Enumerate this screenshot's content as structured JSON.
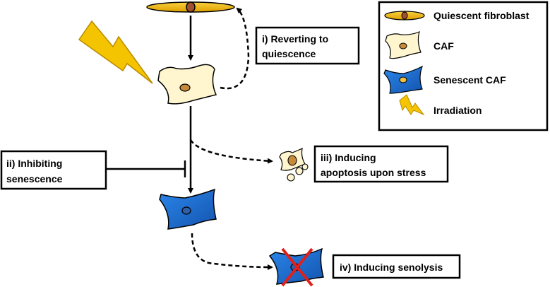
{
  "legend": {
    "items": [
      {
        "label": "Quiescent fibroblast",
        "icon": "quiescent-fibroblast-icon"
      },
      {
        "label": "CAF",
        "icon": "caf-icon"
      },
      {
        "label": "Senescent CAF",
        "icon": "senescent-caf-icon"
      },
      {
        "label": "Irradiation",
        "icon": "irradiation-icon"
      }
    ]
  },
  "interventions": {
    "revert": {
      "line1": "i) Reverting to",
      "line2": "quiescence"
    },
    "inhibit": {
      "line1": "ii) Inhibiting",
      "line2": "senescence"
    },
    "apoptosis": {
      "line1": "iii) Inducing",
      "line2": "apoptosis upon stress"
    },
    "senolysis": {
      "line1": "iv) Inducing senolysis"
    }
  },
  "colors": {
    "quiescent_fill": "#F2B800",
    "quiescent_nucleus": "#A0522D",
    "caf_fill": "#FFF6D0",
    "caf_nucleus": "#C58A3A",
    "senescent_fill": "#1E6FD0",
    "senescent_nucleus": "#2E5FA8",
    "irradiation": "#F5C400",
    "cross": "#E0201C"
  }
}
